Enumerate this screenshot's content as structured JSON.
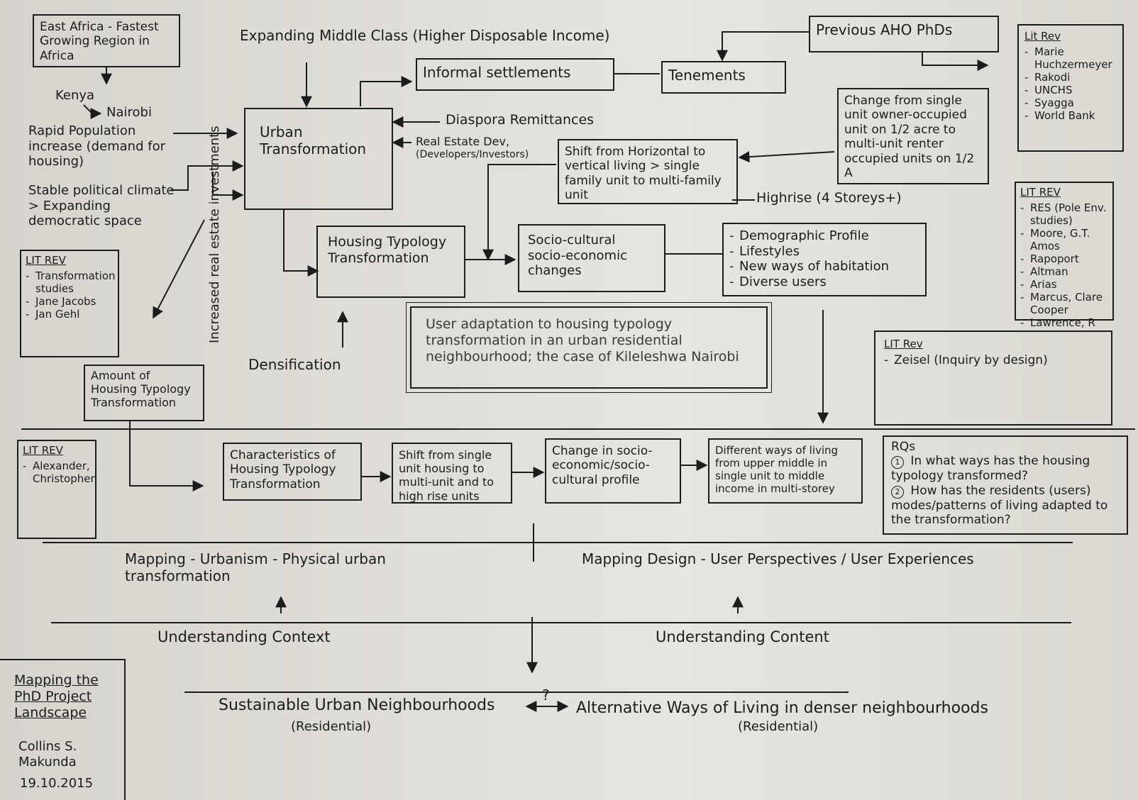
{
  "east_africa": "East Africa - Fastest Growing Region in Africa",
  "kenya": "Kenya",
  "nairobi": "Nairobi",
  "rapid_population": "Rapid Population increase (demand for housing)",
  "stable_political": "Stable political climate > Expanding democratic space",
  "expanding_middle_class": "Expanding Middle Class (Higher Disposable Income)",
  "urban_transformation": "Urban Transformation",
  "informal_settlements": "Informal settlements",
  "tenements": "Tenements",
  "previous_aho": "Previous AHO PhDs",
  "diaspora_remittances": "Diaspora Remittances",
  "real_estate_dev": "Real Estate Dev,",
  "developers_investors": "(Developers/Investors)",
  "shift_horizontal": "Shift from Horizontal to vertical living > single family unit to multi-family unit",
  "change_single_unit": "Change from single unit owner-occupied unit on 1/2 acre to multi-unit renter occupied units on 1/2 A",
  "highrise": "Highrise (4 Storeys+)",
  "increased_real_estate": "Increased real estate investments",
  "housing_typology_transformation": "Housing Typology Transformation",
  "socio_cultural_changes": "Socio-cultural socio-economic changes",
  "demographic_list": [
    "Demographic Profile",
    "Lifestyles",
    "New ways of habitation",
    "Diverse users"
  ],
  "densification": "Densification",
  "title_box": "User adaptation to housing typology transformation in an urban residential neighbourhood; the case of Kileleshwa Nairobi",
  "lit_rev_1": {
    "head": "Lit Rev",
    "items": [
      "Marie Huchzermeyer",
      "Rakodi",
      "UNCHS",
      "Syagga",
      "World Bank"
    ]
  },
  "lit_rev_2": {
    "head": "LIT REV",
    "items": [
      "RES (Pole Env. studies)",
      "Moore, G.T. Amos",
      "Rapoport",
      "Altman",
      "Arias",
      "Marcus, Clare Cooper",
      "Lawrence, R"
    ]
  },
  "lit_rev_3": {
    "head": "LIT Rev",
    "items": [
      "Zeisel (Inquiry by design)"
    ]
  },
  "lit_rev_4": {
    "head": "LIT REV",
    "items": [
      "Transformation studies",
      "Jane Jacobs",
      "Jan Gehl"
    ]
  },
  "lit_rev_5": {
    "head": "LIT REV",
    "items": [
      "Alexander, Christopher"
    ]
  },
  "amount_housing": "Amount of Housing Typology Transformation",
  "characteristics": "Characteristics of Housing Typology Transformation",
  "shift_single": "Shift from single unit housing to multi-unit and to high rise units",
  "change_socio": "Change in socio-economic/socio-cultural profile",
  "different_ways": "Different ways of living from upper middle in single unit to middle income in multi-storey",
  "rqs": {
    "head": "RQs",
    "q1_num": "1",
    "q1": "In what ways has the housing typology transformed?",
    "q2_num": "2",
    "q2": "How has the residents (users) modes/patterns of living adapted to the transformation?"
  },
  "mapping_urbanism": "Mapping - Urbanism - Physical urban transformation",
  "mapping_design": "Mapping Design - User Perspectives / User Experiences",
  "understanding_context": "Understanding Context",
  "understanding_content": "Understanding Content",
  "sustainable": "Sustainable Urban Neighbourhoods",
  "residential_left": "(Residential)",
  "question_mark": "?",
  "alternative": "Alternative Ways of Living in denser neighbourhoods",
  "residential_right": "(Residential)",
  "corner_title": "Mapping the PhD Project Landscape",
  "author": "Collins S. Makunda",
  "date": "19.10.2015"
}
